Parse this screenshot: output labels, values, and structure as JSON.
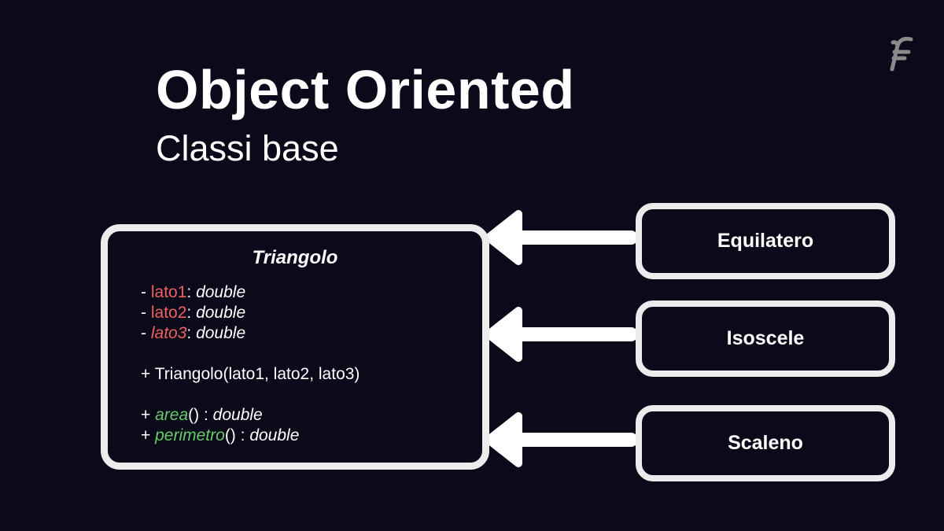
{
  "slide": {
    "title": "Object Oriented",
    "subtitle": "Classi base",
    "logo_letter": "F"
  },
  "base_class": {
    "name": "Triangolo",
    "attributes": [
      {
        "visibility": "-",
        "name": "lato1",
        "type": "double"
      },
      {
        "visibility": "-",
        "name": "lato2",
        "type": "double"
      },
      {
        "visibility": "-",
        "name": "lato3",
        "type": "double"
      }
    ],
    "constructor": "+ Triangolo(lato1, lato2, lato3)",
    "methods": [
      {
        "visibility": "+",
        "name": "area",
        "params": "()",
        "type": "double"
      },
      {
        "visibility": "+",
        "name": "perimetro",
        "params": "()",
        "type": "double"
      }
    ]
  },
  "subclasses": [
    "Equilatero",
    "Isoscele",
    "Scaleno"
  ],
  "colors": {
    "background": "#0b0a1a",
    "text": "#ffffff",
    "box_border": "#ececec",
    "attribute": "#f06060",
    "method": "#66cc66",
    "logo": "#8a8a8a"
  }
}
